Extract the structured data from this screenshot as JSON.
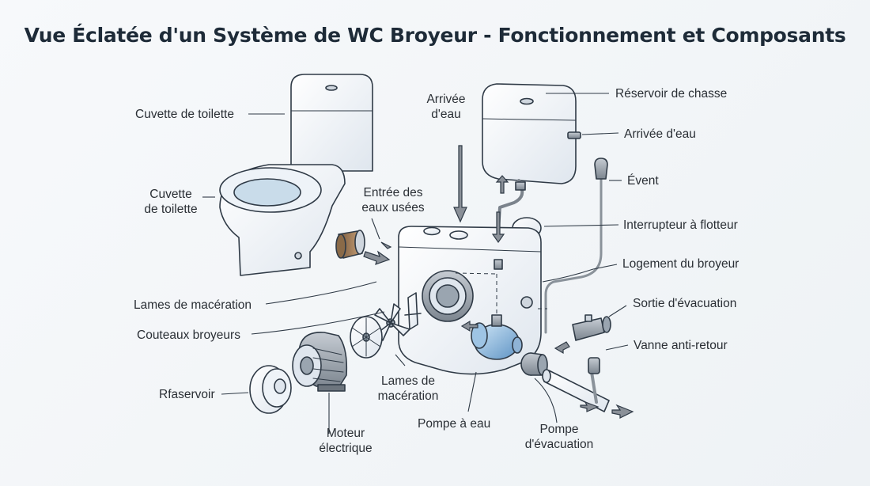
{
  "title": "Vue Éclatée d'un Système de WC Broyeur - Fonctionnement et Composants",
  "labels": {
    "cuvette_1": "Cuvette de toilette",
    "cuvette_2a": "Cuvette",
    "cuvette_2b": "de toilette",
    "arrivee_center_a": "Arrivée",
    "arrivee_center_b": "d'eau",
    "entree_a": "Entrée des",
    "entree_b": "eaux usées",
    "lames_left": "Lames de macération",
    "couteaux": "Couteaux broyeurs",
    "reservoir_left": "Rfaservoir",
    "moteur_a": "Moteur",
    "moteur_b": "électrique",
    "lames_bottom_a": "Lames de",
    "lames_bottom_b": "macération",
    "pompe_eau": "Pompe à eau",
    "pompe_evac_a": "Pompe",
    "pompe_evac_b": "d'évacuation",
    "reservoir_chasse": "Réservoir de chasse",
    "arrivee_right": "Arrivée d'eau",
    "event": "Évent",
    "interrupteur": "Interrupteur à flotteur",
    "logement": "Logement du broyeur",
    "sortie": "Sortie d'évacuation",
    "vanne": "Vanne anti-retour"
  }
}
